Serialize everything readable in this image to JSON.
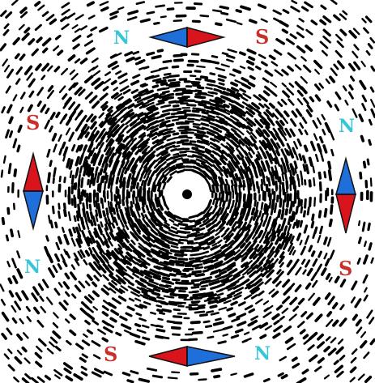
{
  "diagram": {
    "center_wire": {
      "symbol": "current-out-of-page-dot"
    },
    "field_lines": {
      "style": "iron-filings-circular",
      "color": "#000000"
    },
    "compasses": [
      {
        "position": "top",
        "orientation": "horizontal",
        "north_color": "#1e6fd9",
        "south_color": "#d9141c",
        "label_left": "N",
        "label_right": "S"
      },
      {
        "position": "left",
        "orientation": "vertical",
        "north_color": "#1e6fd9",
        "south_color": "#d9141c",
        "label_top": "S",
        "label_bottom": "N"
      },
      {
        "position": "right",
        "orientation": "vertical",
        "north_color": "#1e6fd9",
        "south_color": "#d9141c",
        "label_top": "N",
        "label_bottom": "S"
      },
      {
        "position": "bottom",
        "orientation": "horizontal",
        "north_color": "#1e6fd9",
        "south_color": "#d9141c",
        "label_left": "S",
        "label_right": "N"
      }
    ],
    "label_colors": {
      "N": "#35c6d8",
      "S": "#c8302c"
    }
  }
}
